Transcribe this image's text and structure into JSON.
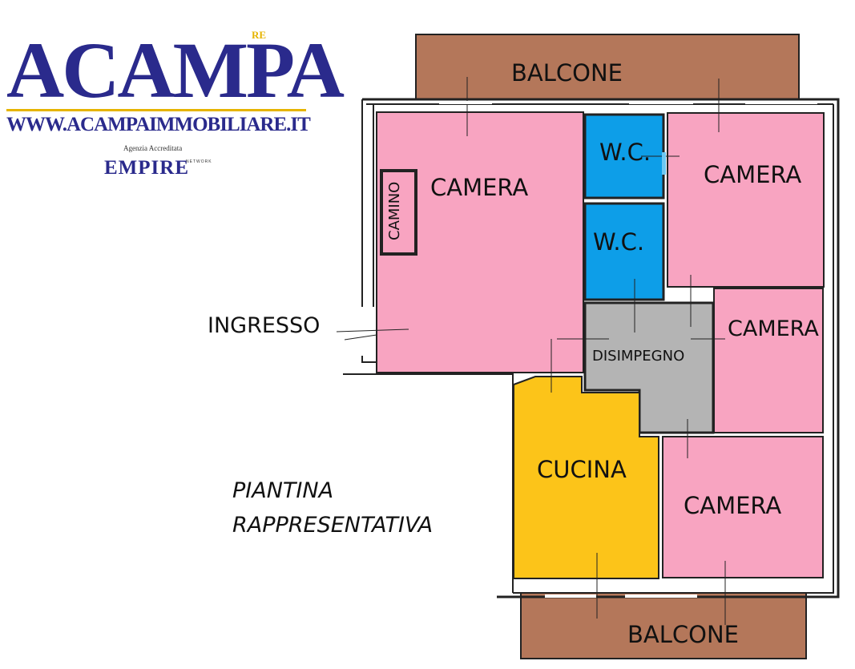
{
  "logo": {
    "name": "ACAMPA",
    "mark": "RE",
    "website": "WWW.ACAMPAIMMOBILIARE.IT",
    "accreditation": "Agenzia Accreditata",
    "partner": "EMPIRE",
    "partner_tag": "NETWORK"
  },
  "rooms": {
    "balcone_top": "BALCONE",
    "balcone_bottom": "BALCONE",
    "camera_main": "CAMERA",
    "camino": "CAMINO",
    "wc_top": "W.C.",
    "wc_bottom": "W.C.",
    "camera_top_right": "CAMERA",
    "camera_mid_right": "CAMERA",
    "disimpegno": "DISIMPEGNO",
    "cucina": "CUCINA",
    "camera_bottom_right": "CAMERA"
  },
  "ingresso": "INGRESSO",
  "caption": {
    "line1": "PIANTINA",
    "line2": "RAPPRESENTATIVA"
  },
  "colors": {
    "camera": "#f8a4c1",
    "wc": "#0d9ee8",
    "disimpegno": "#b4b4b4",
    "cucina": "#fcc419",
    "balcone": "#b4775a",
    "logo": "#2a2a8c",
    "logo_accent": "#e6b400"
  }
}
